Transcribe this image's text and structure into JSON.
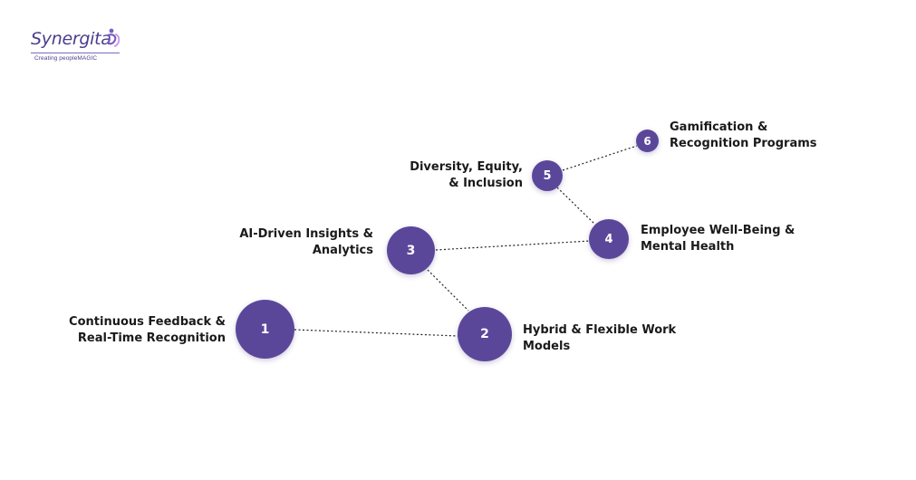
{
  "logo": {
    "name": "Synergita",
    "tagline": "Creating peopleMAGIC"
  },
  "colors": {
    "node_fill": "#5b479a",
    "brand": "#4b3d8f",
    "text": "#1a1a1a"
  },
  "steps": [
    {
      "number": "1",
      "line1": "Continuous Feedback &",
      "line2": "Real-Time Recognition"
    },
    {
      "number": "2",
      "line1": "Hybrid & Flexible Work",
      "line2": "Models"
    },
    {
      "number": "3",
      "line1": "AI-Driven Insights &",
      "line2": "Analytics"
    },
    {
      "number": "4",
      "line1": "Employee Well-Being &",
      "line2": "Mental Health"
    },
    {
      "number": "5",
      "line1": "Diversity, Equity,",
      "line2": "& Inclusion"
    },
    {
      "number": "6",
      "line1": "Gamification &",
      "line2": "Recognition Programs"
    }
  ]
}
